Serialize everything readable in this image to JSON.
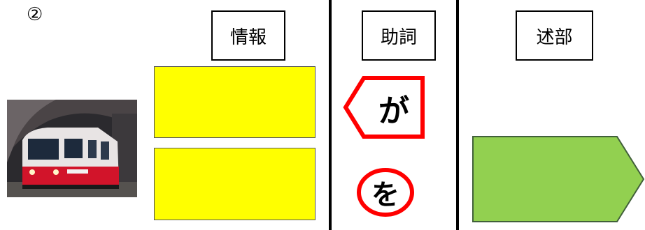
{
  "number_marker": "②",
  "headers": {
    "info": "情報",
    "particle": "助詞",
    "predicate": "述部"
  },
  "particles": {
    "ga": "が",
    "wo": "を"
  },
  "colors": {
    "answer_box": "#ffff00",
    "predicate_arrow": "#92d050",
    "particle_outline": "#ff0000"
  },
  "image": {
    "icon": "red-train-photo"
  }
}
